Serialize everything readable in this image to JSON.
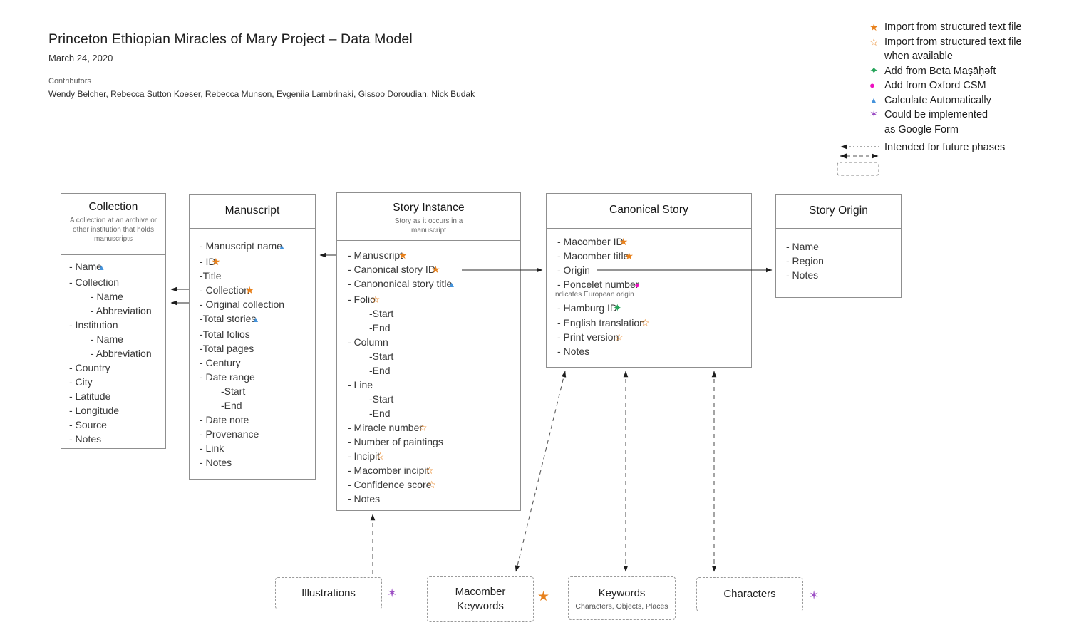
{
  "header": {
    "title": "Princeton Ethiopian Miracles of Mary Project – Data Model",
    "date": "March 24, 2020",
    "contributors_label": "Contributors",
    "contributors": "Wendy Belcher, Rebecca Sutton Koeser, Rebecca Munson, Evgeniia Lambrinaki, Gissoo Doroudian, Nick Budak"
  },
  "legend": {
    "items": [
      {
        "icon": "star-filled-orange",
        "label": "Import from structured text file"
      },
      {
        "icon": "star-outline-orange",
        "label": "Import from structured text file",
        "label2": "when available"
      },
      {
        "icon": "sparkle-green",
        "label": "Add from Beta Maṣāḥəft"
      },
      {
        "icon": "circle-magenta",
        "label": "Add from Oxford CSM"
      },
      {
        "icon": "triangle-blue",
        "label": "Calculate Automatically"
      },
      {
        "icon": "star6-purple",
        "label": "Could be implemented",
        "label2": "as Google Form"
      },
      {
        "icon": "future-dashed",
        "label": "Intended for future phases"
      }
    ]
  },
  "entities": [
    {
      "id": "collection",
      "title": "Collection",
      "subtitle": "A collection at an archive or other institution that holds manuscripts",
      "fields": [
        {
          "label": "- Name",
          "icon": "triangle-blue"
        },
        {
          "label": "- Collection"
        },
        {
          "label": "- Name",
          "indent": 1
        },
        {
          "label": "- Abbreviation",
          "indent": 1
        },
        {
          "label": "- Institution"
        },
        {
          "label": "- Name",
          "indent": 1
        },
        {
          "label": "- Abbreviation",
          "indent": 1
        },
        {
          "label": "- Country"
        },
        {
          "label": "- City"
        },
        {
          "label": "- Latitude"
        },
        {
          "label": "- Longitude"
        },
        {
          "label": "- Source"
        },
        {
          "label": "- Notes"
        }
      ]
    },
    {
      "id": "manuscript",
      "title": "Manuscript",
      "fields": [
        {
          "label": "- Manuscript name",
          "icon": "triangle-blue"
        },
        {
          "label": "- ID",
          "icon": "star-filled-orange"
        },
        {
          "label": "-Title"
        },
        {
          "label": "- Collection",
          "icon": "star-filled-orange"
        },
        {
          "label": "- Original collection"
        },
        {
          "label": "-Total stories",
          "icon": "triangle-blue"
        },
        {
          "label": "-Total folios"
        },
        {
          "label": "-Total pages"
        },
        {
          "label": "- Century"
        },
        {
          "label": "- Date range"
        },
        {
          "label": "-Start",
          "indent": 1
        },
        {
          "label": "-End",
          "indent": 1
        },
        {
          "label": "- Date note"
        },
        {
          "label": "- Provenance"
        },
        {
          "label": "- Link"
        },
        {
          "label": "- Notes"
        }
      ]
    },
    {
      "id": "story-instance",
      "title": "Story Instance",
      "subtitle": "Story as it occurs in a manuscript",
      "fields": [
        {
          "label": "- Manuscript",
          "icon": "star-filled-orange"
        },
        {
          "label": "- Canonical story ID",
          "icon": "star-filled-orange"
        },
        {
          "label": "- Canononical story title",
          "icon": "triangle-blue"
        },
        {
          "label": "- Folio",
          "icon": "star-outline-orange"
        },
        {
          "label": "-Start",
          "indent": 1
        },
        {
          "label": "-End",
          "indent": 1
        },
        {
          "label": "- Column"
        },
        {
          "label": "-Start",
          "indent": 1
        },
        {
          "label": "-End",
          "indent": 1
        },
        {
          "label": "- Line"
        },
        {
          "label": "-Start",
          "indent": 1
        },
        {
          "label": "-End",
          "indent": 1
        },
        {
          "label": "- Miracle number",
          "icon": "star-outline-orange"
        },
        {
          "label": "- Number of paintings"
        },
        {
          "label": "- Incipit",
          "icon": "star-outline-orange"
        },
        {
          "label": "- Macomber incipit",
          "icon": "star-outline-orange"
        },
        {
          "label": "- Confidence score",
          "icon": "star-outline-orange"
        },
        {
          "label": "- Notes"
        }
      ]
    },
    {
      "id": "canonical-story",
      "title": "Canonical Story",
      "fields": [
        {
          "label": "- Macomber ID",
          "icon": "star-filled-orange"
        },
        {
          "label": "- Macomber title",
          "icon": "star-filled-orange"
        },
        {
          "label": "- Origin"
        },
        {
          "label": "- Poncelet number",
          "icon": "circle-magenta",
          "note": "ndicates European origin"
        },
        {
          "label": "- Hamburg ID",
          "icon": "sparkle-green"
        },
        {
          "label": "- English translation",
          "icon": "star-outline-orange"
        },
        {
          "label": "- Print version",
          "icon": "star-outline-orange"
        },
        {
          "label": "- Notes"
        }
      ]
    },
    {
      "id": "story-origin",
      "title": "Story Origin",
      "fields": [
        {
          "label": "- Name"
        },
        {
          "label": "- Region"
        },
        {
          "label": "- Notes"
        }
      ]
    }
  ],
  "future_boxes": [
    {
      "label": "Illustrations",
      "side_icon": "star6-purple"
    },
    {
      "label": "Macomber Keywords",
      "side_icon": "star-filled-orange"
    },
    {
      "label": "Keywords",
      "sublabel": "Characters, Objects, Places"
    },
    {
      "label": "Characters",
      "side_icon": "star6-purple"
    }
  ],
  "colors": {
    "orange": "#E8821E",
    "green": "#27A45B",
    "magenta": "#EE10C0",
    "blue": "#4593DB",
    "purple": "#9C4FC4"
  }
}
